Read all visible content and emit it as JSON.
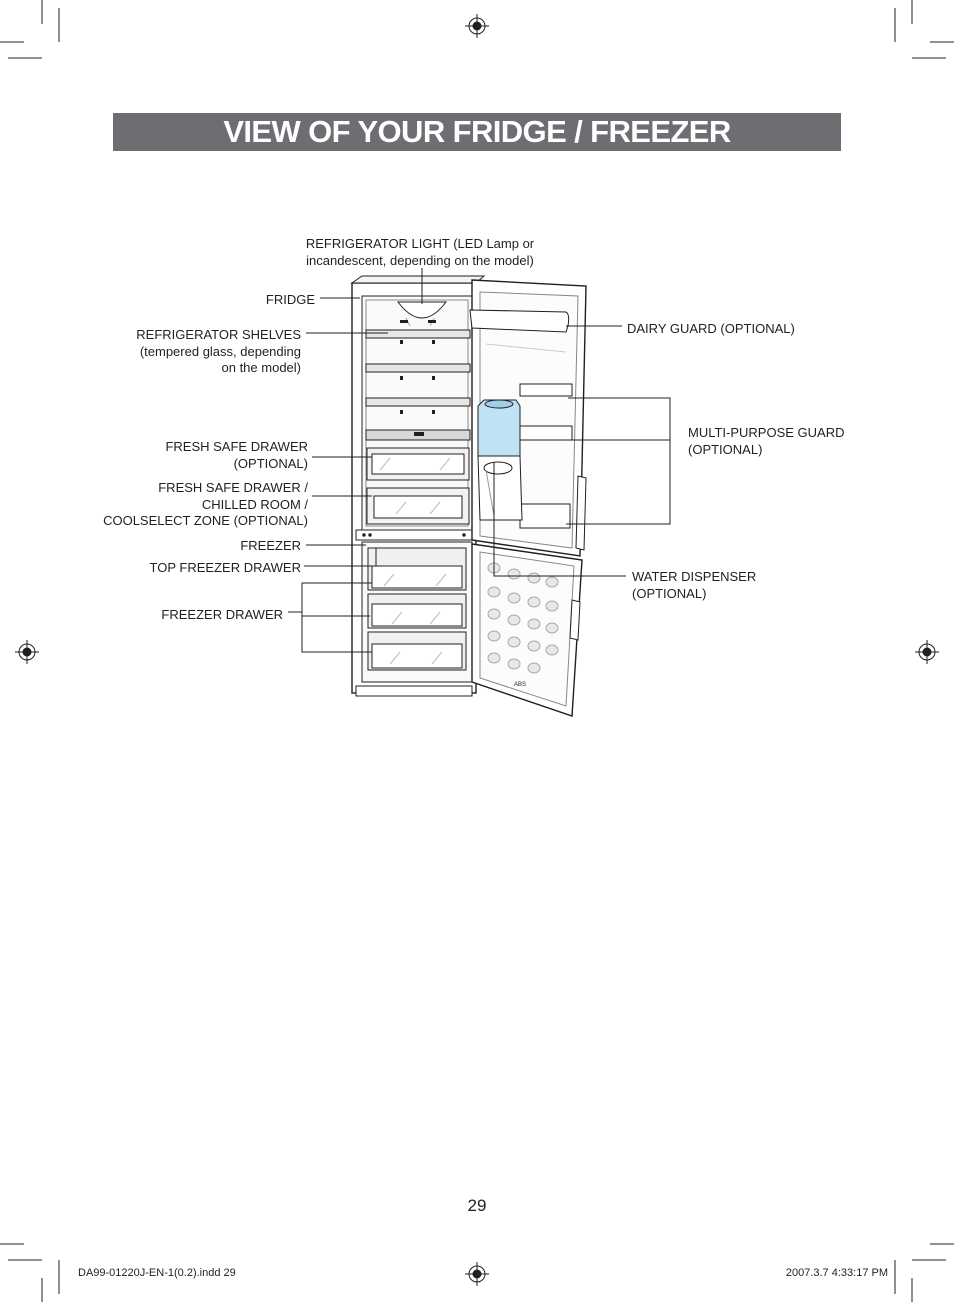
{
  "page": {
    "title": "VIEW OF YOUR FRIDGE / FREEZER",
    "page_number": "29",
    "footer_left": "DA99-01220J-EN-1(0.2).indd   29",
    "footer_right": "2007.3.7   4:33:17 PM"
  },
  "labels": {
    "refrigerator_light_1": "REFRIGERATOR LIGHT (LED Lamp or",
    "refrigerator_light_2": "incandescent, depending on the model)",
    "fridge": "FRIDGE",
    "shelves_1": "REFRIGERATOR SHELVES",
    "shelves_2": "(tempered glass, depending",
    "shelves_3": "on the model)",
    "fresh_safe_1": "FRESH SAFE DRAWER",
    "fresh_safe_2": "(OPTIONAL)",
    "chilled_1": "FRESH SAFE DRAWER /",
    "chilled_2": "CHILLED ROOM /",
    "chilled_3": "COOLSELECT ZONE (OPTIONAL)",
    "freezer": "FREEZER",
    "top_freezer_drawer": "TOP FREEZER DRAWER",
    "freezer_drawer": "FREEZER DRAWER",
    "dairy_guard": "DAIRY GUARD (OPTIONAL)",
    "multi_purpose_1": "MULTI-PURPOSE GUARD",
    "multi_purpose_2": "(OPTIONAL)",
    "water_dispenser_1": "WATER DISPENSER",
    "water_dispenser_2": "(OPTIONAL)",
    "door_mark": "ABS"
  },
  "colors": {
    "title_bar": "#6d6e71",
    "title_text": "#ffffff",
    "water_tank": "#bfe3f5",
    "text": "#231f20"
  },
  "icons": [
    "registration-mark-icon",
    "crop-mark-icon"
  ]
}
